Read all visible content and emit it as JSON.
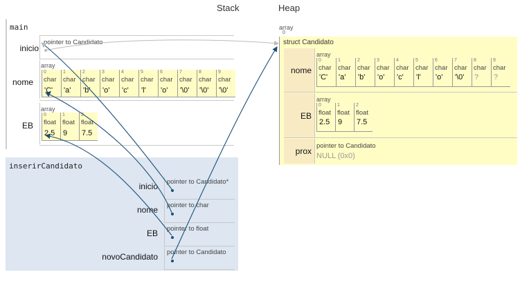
{
  "headers": {
    "stack": "Stack",
    "heap": "Heap"
  },
  "main_frame": {
    "title": "main",
    "vars": {
      "inicio": {
        "label": "inicio",
        "value": "pointer to Candidato"
      },
      "nome": {
        "label": "nome",
        "array_label": "array",
        "cells": [
          {
            "idx": "0",
            "type": "char",
            "val": "'C'"
          },
          {
            "idx": "1",
            "type": "char",
            "val": "'a'"
          },
          {
            "idx": "2",
            "type": "char",
            "val": "'b'"
          },
          {
            "idx": "3",
            "type": "char",
            "val": "'o'"
          },
          {
            "idx": "4",
            "type": "char",
            "val": "'c'"
          },
          {
            "idx": "5",
            "type": "char",
            "val": "'l'"
          },
          {
            "idx": "6",
            "type": "char",
            "val": "'o'"
          },
          {
            "idx": "7",
            "type": "char",
            "val": "'\\0'"
          },
          {
            "idx": "8",
            "type": "char",
            "val": "'\\0'"
          },
          {
            "idx": "9",
            "type": "char",
            "val": "'\\0'"
          }
        ]
      },
      "EB": {
        "label": "EB",
        "array_label": "array",
        "cells": [
          {
            "idx": "0",
            "type": "float",
            "val": "2.5"
          },
          {
            "idx": "1",
            "type": "float",
            "val": "9"
          },
          {
            "idx": "2",
            "type": "float",
            "val": "7.5"
          }
        ]
      }
    }
  },
  "insert_frame": {
    "title": "inserirCandidato",
    "vars": [
      {
        "label": "inicio",
        "value": "pointer to Candidato*"
      },
      {
        "label": "nome",
        "value": "pointer to char"
      },
      {
        "label": "EB",
        "value": "pointer to float"
      },
      {
        "label": "novoCandidato",
        "value": "pointer to Candidato"
      }
    ]
  },
  "heap": {
    "array_label": "array",
    "array_index": "0",
    "struct_label": "struct Candidato",
    "fields": {
      "nome": {
        "label": "nome",
        "array_label": "array",
        "cells": [
          {
            "idx": "0",
            "type": "char",
            "val": "'C'"
          },
          {
            "idx": "1",
            "type": "char",
            "val": "'a'"
          },
          {
            "idx": "2",
            "type": "char",
            "val": "'b'"
          },
          {
            "idx": "3",
            "type": "char",
            "val": "'o'"
          },
          {
            "idx": "4",
            "type": "char",
            "val": "'c'"
          },
          {
            "idx": "5",
            "type": "char",
            "val": "'l'"
          },
          {
            "idx": "6",
            "type": "char",
            "val": "'o'"
          },
          {
            "idx": "7",
            "type": "char",
            "val": "'\\0'"
          },
          {
            "idx": "8",
            "type": "char",
            "val": "?"
          },
          {
            "idx": "9",
            "type": "char",
            "val": "?"
          }
        ]
      },
      "EB": {
        "label": "EB",
        "array_label": "array",
        "cells": [
          {
            "idx": "0",
            "type": "float",
            "val": "2.5"
          },
          {
            "idx": "1",
            "type": "float",
            "val": "9"
          },
          {
            "idx": "2",
            "type": "float",
            "val": "7.5"
          }
        ]
      },
      "prox": {
        "label": "prox",
        "type": "pointer to Candidato",
        "value": "NULL (0x0)"
      }
    }
  },
  "colors": {
    "insert_bg": "#dde6f1",
    "heap_bg": "#fffdc4",
    "heap_label_bg": "#f8ebc4",
    "arrow": "#1a4e78",
    "array_bg": "#fffcc6"
  }
}
